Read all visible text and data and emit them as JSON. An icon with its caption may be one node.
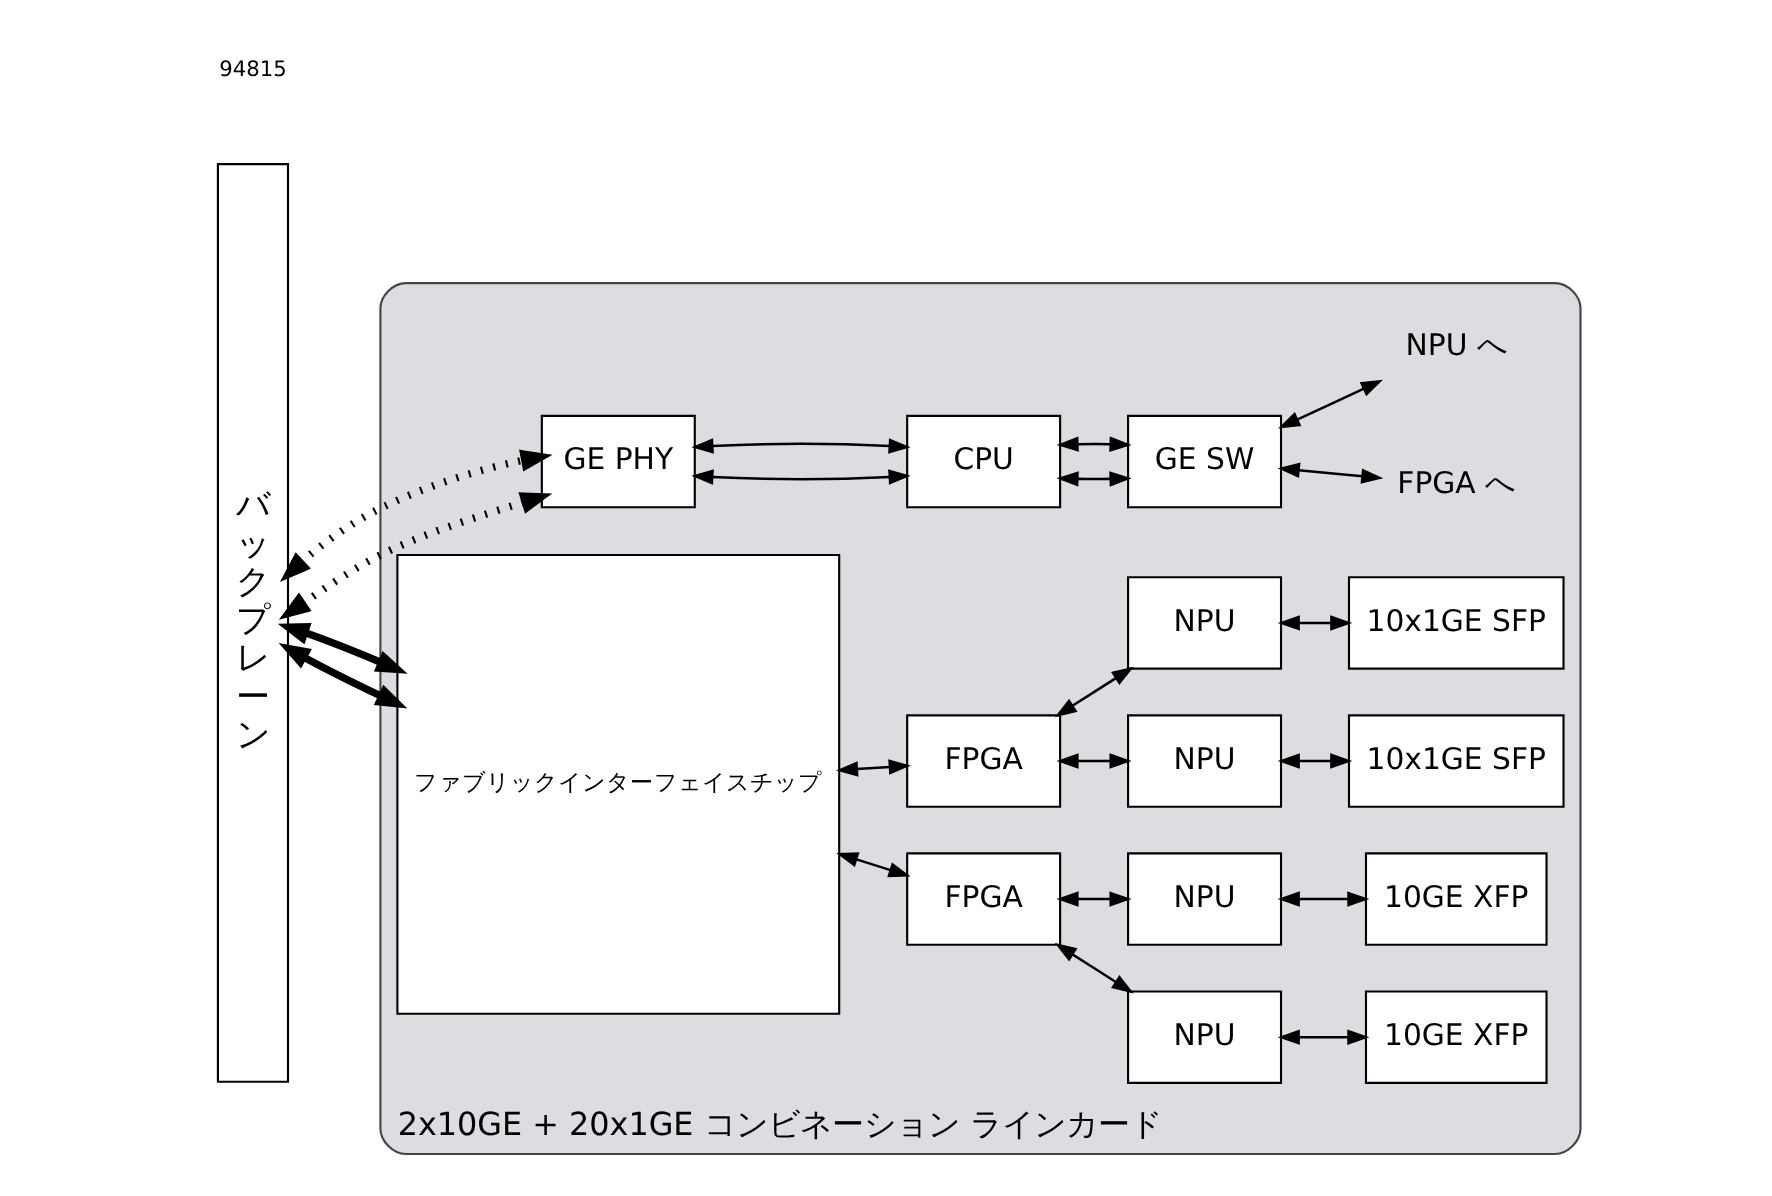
{
  "diagram": {
    "nodes": [
      {
        "text": [
          "バックプレーン"
        ]
      },
      {
        "text": [
          "2x10GE + 20x1GE コンビネーション ラインカード"
        ]
      },
      {
        "text": [
          "GE PHY"
        ],
        "in": 1
      },
      {
        "text": [
          "CPU"
        ],
        "in": 1
      },
      {
        "text": [
          "GE SW"
        ],
        "in": 1
      },
      {
        "text": [
          "FPGA へ"
        ],
        "in": 1
      },
      {
        "text": [
          "NPU へ"
        ],
        "in": 1
      },
      {
        "text": [
          "ファブリックインターフェイスチップ"
        ],
        "in": 1
      },
      {
        "text": [
          "FPGA"
        ],
        "in": 1
      },
      {
        "text": [
          "NPU"
        ],
        "in": 1
      },
      {
        "text": [
          "NPU"
        ],
        "in": 1
      },
      {
        "text": [
          "10GE XFP"
        ],
        "in": 1
      },
      {
        "text": [
          "10GE XFP"
        ],
        "in": 1
      },
      {
        "text": [
          "FPGA"
        ],
        "in": 1
      },
      {
        "text": [
          "NPU"
        ],
        "in": 1
      },
      {
        "text": [
          "NPU"
        ],
        "in": 1
      },
      {
        "text": [
          "10x1GE SFP"
        ],
        "in": 1
      },
      {
        "text": [
          "10x1GE SFP"
        ],
        "in": 1
      }
    ],
    "edges": [
      {
        "from": 0,
        "to": 2,
        "arrow": "both",
        "style": "dashed"
      },
      {
        "from": 0,
        "to": 2,
        "arrow": "both",
        "style": "dashed"
      },
      {
        "from": 2,
        "to": 3,
        "arrow": "both"
      },
      {
        "from": 2,
        "to": 3,
        "arrow": "both"
      },
      {
        "from": 3,
        "to": 4,
        "arrow": "both"
      },
      {
        "from": 3,
        "to": 4,
        "arrow": "both"
      },
      {
        "from": 4,
        "to": 5,
        "arrow": "both"
      },
      {
        "from": 4,
        "to": 6,
        "arrow": "both"
      },
      {
        "from": 0,
        "to": 7,
        "arrow": "both",
        "style": "thick"
      },
      {
        "from": 0,
        "to": 7,
        "arrow": "both",
        "style": "thick"
      },
      {
        "from": 7,
        "to": 8,
        "arrow": "both"
      },
      {
        "from": 7,
        "to": 13,
        "arrow": "both"
      },
      {
        "from": 8,
        "to": 9,
        "arrow": "both"
      },
      {
        "from": 8,
        "to": 10,
        "arrow": "both"
      },
      {
        "from": 9,
        "to": 11,
        "arrow": "both"
      },
      {
        "from": 10,
        "to": 12,
        "arrow": "both"
      },
      {
        "from": 13,
        "to": 14,
        "arrow": "both"
      },
      {
        "from": 13,
        "to": 15,
        "arrow": "both"
      },
      {
        "from": 14,
        "to": 16,
        "arrow": "both"
      },
      {
        "from": 15,
        "to": 17,
        "arrow": "both"
      }
    ],
    "labels": [
      "94815"
    ]
  }
}
